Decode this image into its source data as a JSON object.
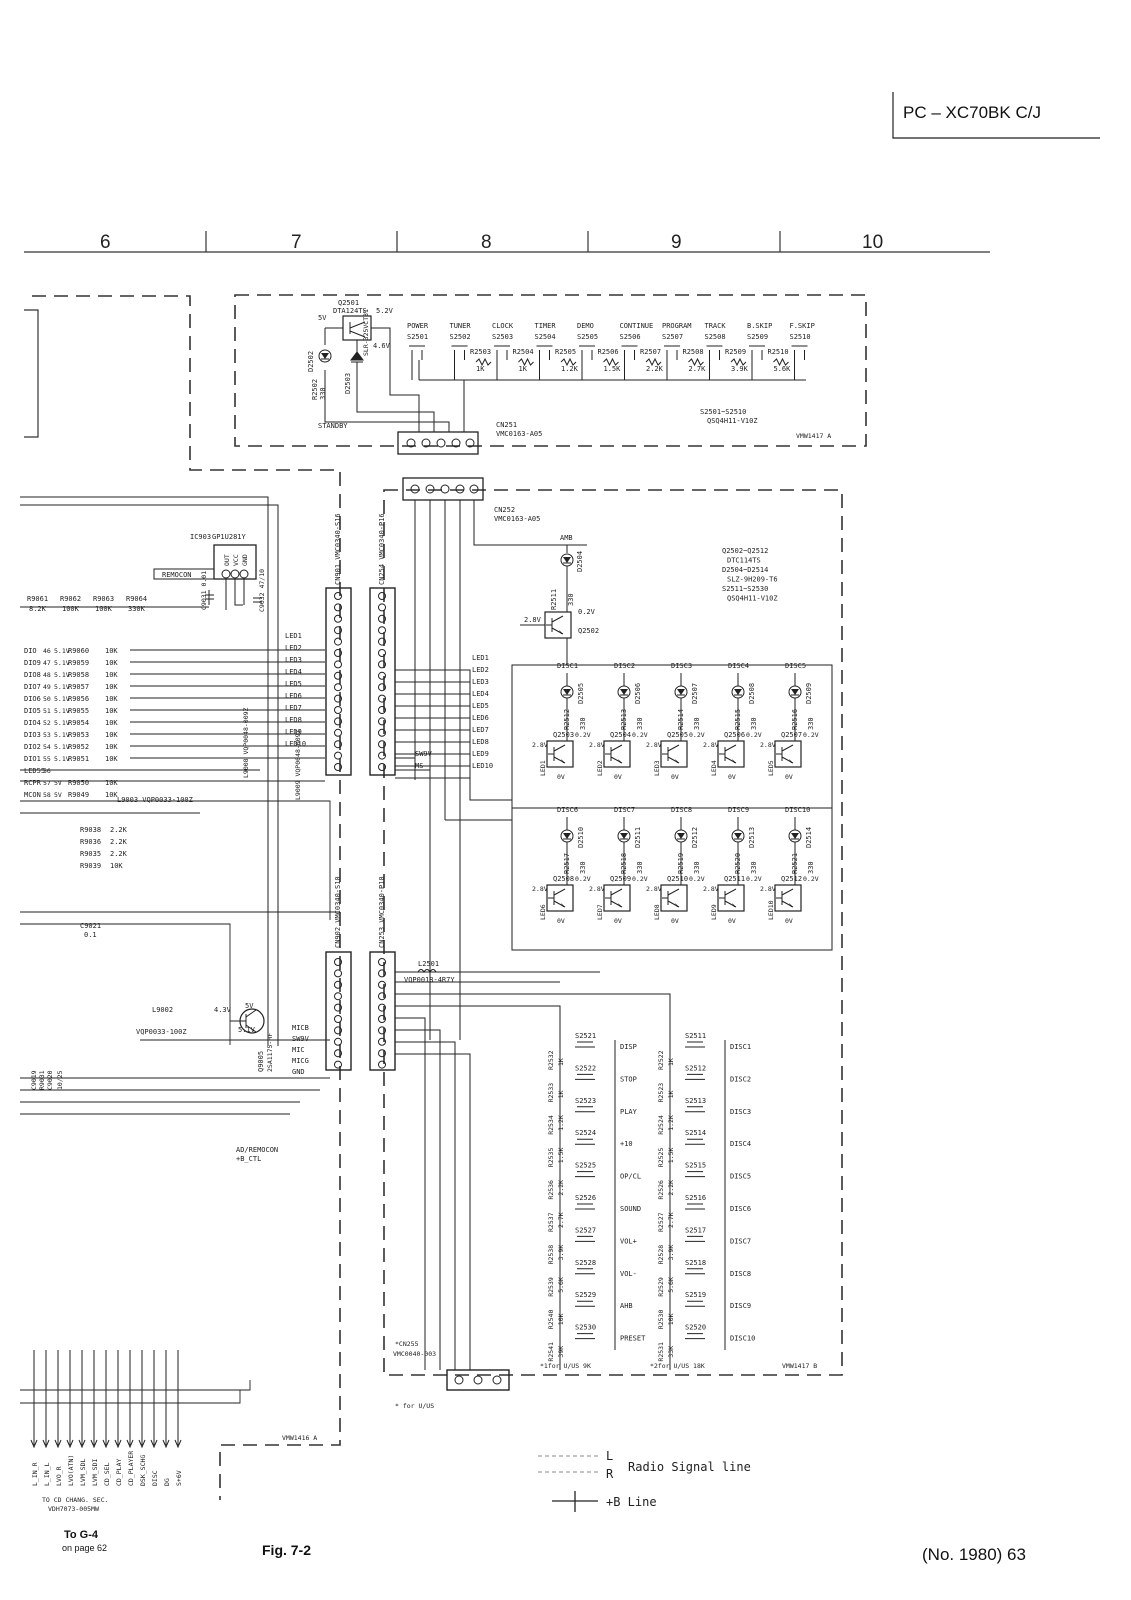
{
  "header": {
    "model": "PC – XC70BK C/J"
  },
  "grid_columns": [
    "6",
    "7",
    "8",
    "9",
    "10"
  ],
  "top_board": {
    "transistor_ref": "Q2501",
    "transistor_part": "DTA124TS",
    "led_ref": "D2502",
    "led_part": "SLR-325VCT31",
    "diode_ref": "D2503",
    "resistor_ref": "R2502",
    "resistor_val": "330",
    "v1": "5V",
    "v2": "5.2V",
    "v3": "4.6V",
    "standby": "STANDBY",
    "connector_ref": "CN251",
    "connector_part": "VMC0163-A05",
    "switch_range": "S2501~S2510",
    "switch_part": "QSQ4H11-V10Z",
    "board_code": "VMW1417 A",
    "switches": [
      {
        "name": "POWER",
        "ref": "S2501"
      },
      {
        "name": "TUNER",
        "ref": "S2502"
      },
      {
        "name": "CLOCK",
        "ref": "S2503"
      },
      {
        "name": "TIMER",
        "ref": "S2504"
      },
      {
        "name": "DEMO",
        "ref": "S2505"
      },
      {
        "name": "CONTINUE",
        "ref": "S2506"
      },
      {
        "name": "PROGRAM",
        "ref": "S2507"
      },
      {
        "name": "TRACK",
        "ref": "S2508"
      },
      {
        "name": "B.SKIP",
        "ref": "S2509"
      },
      {
        "name": "F.SKIP",
        "ref": "S2510"
      }
    ],
    "resistors": [
      {
        "ref": "R2503",
        "val": "1K"
      },
      {
        "ref": "R2504",
        "val": "1K"
      },
      {
        "ref": "R2505",
        "val": "1.2K"
      },
      {
        "ref": "R2506",
        "val": "1.5K"
      },
      {
        "ref": "R2507",
        "val": "2.2K"
      },
      {
        "ref": "R2508",
        "val": "2.7K"
      },
      {
        "ref": "R2509",
        "val": "3.9K"
      },
      {
        "ref": "R2510",
        "val": "5.6K"
      }
    ]
  },
  "left_section": {
    "ic_ref": "IC903",
    "ic_part": "GP1U281Y",
    "remocon": "REMOCON",
    "cap1": "C9031 0.01",
    "cap2": "C9032 47/10",
    "pins": [
      "OUT",
      "VCC",
      "GND"
    ],
    "resistors_top": [
      {
        "ref": "R9061",
        "val": "8.2K"
      },
      {
        "ref": "R9062",
        "val": "100K"
      },
      {
        "ref": "R9063",
        "val": "100K"
      },
      {
        "ref": "R9064",
        "val": "330K"
      }
    ],
    "res_rows": [
      {
        "pin": "DIO",
        "num": "46",
        "v": "5.1V",
        "ref": "R9060",
        "val": "10K"
      },
      {
        "pin": "DIO9",
        "num": "47",
        "v": "5.1V",
        "ref": "R9059",
        "val": "10K"
      },
      {
        "pin": "DIO8",
        "num": "48",
        "v": "5.1V",
        "ref": "R9058",
        "val": "10K"
      },
      {
        "pin": "DIO7",
        "num": "49",
        "v": "5.1V",
        "ref": "R9057",
        "val": "10K"
      },
      {
        "pin": "DIO6",
        "num": "50",
        "v": "5.1V",
        "ref": "R9056",
        "val": "10K"
      },
      {
        "pin": "DIO5",
        "num": "51",
        "v": "5.1V",
        "ref": "R9055",
        "val": "10K"
      },
      {
        "pin": "DIO4",
        "num": "52",
        "v": "5.1V",
        "ref": "R9054",
        "val": "10K"
      },
      {
        "pin": "DIO3",
        "num": "53",
        "v": "5.1V",
        "ref": "R9053",
        "val": "10K"
      },
      {
        "pin": "DIO2",
        "num": "54",
        "v": "5.1V",
        "ref": "R9052",
        "val": "10K"
      },
      {
        "pin": "DIO1",
        "num": "55",
        "v": "5.1V",
        "ref": "R9051",
        "val": "10K"
      },
      {
        "pin": "LED55",
        "num": "56",
        "v": "",
        "ref": "",
        "val": ""
      },
      {
        "pin": "RCPR",
        "num": "57",
        "v": "5V",
        "ref": "R9050",
        "val": "10K"
      },
      {
        "pin": "MCON",
        "num": "58",
        "v": "5V",
        "ref": "R9049",
        "val": "10K"
      }
    ],
    "l9003": "L9003 VQP0033-100Z",
    "lower_left": [
      {
        "ref": "R9038",
        "val": "2.2K"
      },
      {
        "ref": "R9036",
        "val": "2.2K"
      },
      {
        "ref": "R9035",
        "val": "2.2K"
      },
      {
        "ref": "R9039",
        "val": "10K"
      }
    ],
    "c9021": "C9021",
    "c9021_val": "0.1",
    "c9019": "C9019",
    "c9020": "C9020",
    "c_vals": "10/25",
    "r9031": "R9031",
    "l9008": "L9008 VQP0048-009Z",
    "l9009": "L9009 VQP0048-009Z",
    "q9005": "Q9005",
    "q9005_part": "2SA1175-HF",
    "q_v1": "4.3V",
    "q_v2": "5.1V",
    "q_v3": "5V",
    "l9002": "L9002",
    "l9002_part": "VQP0033-100Z",
    "ad_box": [
      "AD/REMOCON",
      "+B_CTL"
    ],
    "bottom_signals": [
      "L_IN_R",
      "L_IN_L",
      "LVO_R",
      "LVO(ATN)",
      "LVM_SDL",
      "LVM_SDI",
      "CD_SEL",
      "CD_PLAY",
      "CD_PLAYER",
      "DSK_SCHG",
      "DISC",
      "DG",
      "S+6V"
    ],
    "to_cd": "TO CD CHANG. SEC.",
    "to_cd_part": "VDH7073-005MW",
    "to_g4": "To G-4",
    "on_page": "on page 62",
    "board_code": "VMW1416 A"
  },
  "connectors": {
    "cn901": "CN901 VMC0340-S16",
    "cn254": "CN254 VMC0340-P16",
    "cn902": "CN902 VMC0340-S10",
    "cn253": "CN253 VMC0340-P10",
    "led_labels": [
      "LED1",
      "LED2",
      "LED3",
      "LED4",
      "LED5",
      "LED6",
      "LED7",
      "LED8",
      "LED9",
      "LED10"
    ],
    "sw_labels": [
      "SW9V",
      "MS"
    ],
    "mic_labels": [
      "MICB",
      "SW9V",
      "MIC",
      "MICG",
      "GND"
    ],
    "l2501": "L2501",
    "l2501_part": "VQP0018-4R7Y"
  },
  "main_board": {
    "cn252": "CN252",
    "cn252_part": "VMC0163-A05",
    "amb": "AMB",
    "d2504": "D2504",
    "r2511": "R2511",
    "r2511_val": "330",
    "q2502": "Q2502",
    "q2502_v1": "2.8V",
    "q2502_v2": "0.2V",
    "notes": [
      "Q2502~Q2512",
      "DTC114TS",
      "D2504~D2514",
      "SLZ-9H209-T6",
      "S2511~S2530",
      "QSQ4H11-V10Z"
    ],
    "disc_row1": [
      {
        "disc": "DISC1",
        "d": "D2505",
        "r": "R2512",
        "q": "Q2503",
        "led": "LED1"
      },
      {
        "disc": "DISC2",
        "d": "D2506",
        "r": "R2513",
        "q": "Q2504",
        "led": "LED2"
      },
      {
        "disc": "DISC3",
        "d": "D2507",
        "r": "R2514",
        "q": "Q2505",
        "led": "LED3"
      },
      {
        "disc": "DISC4",
        "d": "D2508",
        "r": "R2515",
        "q": "Q2506",
        "led": "LED4"
      },
      {
        "disc": "DISC5",
        "d": "D2509",
        "r": "R2516",
        "q": "Q2507",
        "led": "LED5"
      }
    ],
    "disc_row2": [
      {
        "disc": "DISC6",
        "d": "D2510",
        "r": "R2517",
        "q": "Q2508",
        "led": "LED6"
      },
      {
        "disc": "DISC7",
        "d": "D2511",
        "r": "R2518",
        "q": "Q2509",
        "led": "LED7"
      },
      {
        "disc": "DISC8",
        "d": "D2512",
        "r": "R2519",
        "q": "Q2510",
        "led": "LED8"
      },
      {
        "disc": "DISC9",
        "d": "D2513",
        "r": "R2520",
        "q": "Q2511",
        "led": "LED9"
      },
      {
        "disc": "DISC10",
        "d": "D2514",
        "r": "R2521",
        "q": "Q2512",
        "led": "LED10"
      }
    ],
    "res_val": "330",
    "v_base": "2.8V",
    "v_col": "0.2V",
    "v_em": "0V",
    "switch_left": [
      {
        "s": "S2521",
        "f": "DISP",
        "r": "R2532",
        "rv": "1K"
      },
      {
        "s": "S2522",
        "f": "STOP",
        "r": "R2533",
        "rv": "1K"
      },
      {
        "s": "S2523",
        "f": "PLAY",
        "r": "R2534",
        "rv": "1.2K"
      },
      {
        "s": "S2524",
        "f": "+10",
        "r": "R2535",
        "rv": "1.5K"
      },
      {
        "s": "S2525",
        "f": "OP/CL",
        "r": "R2536",
        "rv": "2.2K"
      },
      {
        "s": "S2526",
        "f": "SOUND",
        "r": "R2537",
        "rv": "2.7K"
      },
      {
        "s": "S2527",
        "f": "VOL+",
        "r": "R2538",
        "rv": "3.9K"
      },
      {
        "s": "S2528",
        "f": "VOL-",
        "r": "R2539",
        "rv": "5.6K"
      },
      {
        "s": "S2529",
        "f": "AHB",
        "r": "R2540",
        "rv": "10K"
      },
      {
        "s": "S2530",
        "f": "PRESET",
        "r": "R2541",
        "rv": "39K"
      }
    ],
    "switch_right": [
      {
        "s": "S2511",
        "f": "DISC1",
        "r": "R2522",
        "rv": "1K"
      },
      {
        "s": "S2512",
        "f": "DISC2",
        "r": "R2523",
        "rv": "1K"
      },
      {
        "s": "S2513",
        "f": "DISC3",
        "r": "R2524",
        "rv": "1.2K"
      },
      {
        "s": "S2514",
        "f": "DISC4",
        "r": "R2525",
        "rv": "1.5K"
      },
      {
        "s": "S2515",
        "f": "DISC5",
        "r": "R2526",
        "rv": "2.2K"
      },
      {
        "s": "S2516",
        "f": "DISC6",
        "r": "R2527",
        "rv": "2.7K"
      },
      {
        "s": "S2517",
        "f": "DISC7",
        "r": "R2528",
        "rv": "3.9K"
      },
      {
        "s": "S2518",
        "f": "DISC8",
        "r": "R2529",
        "rv": "5.6K"
      },
      {
        "s": "S2519",
        "f": "DISC9",
        "r": "R2530",
        "rv": "10K"
      },
      {
        "s": "S2520",
        "f": "DISC10",
        "r": "R2531",
        "rv": "33K"
      }
    ],
    "note1": "*1for U/US 9K",
    "note2": "*2for U/US 18K",
    "cn255": "*CN255",
    "cn255_part": "VMC0040-003",
    "for_us": "* for U/US",
    "board_code": "VMW1417 B"
  },
  "legend": {
    "radio_l": "L",
    "radio_r": "R",
    "radio_text": "Radio Signal line",
    "b_text": "+B Line"
  },
  "footer": {
    "fig": "Fig. 7-2",
    "page": "(No. 1980) 63"
  }
}
